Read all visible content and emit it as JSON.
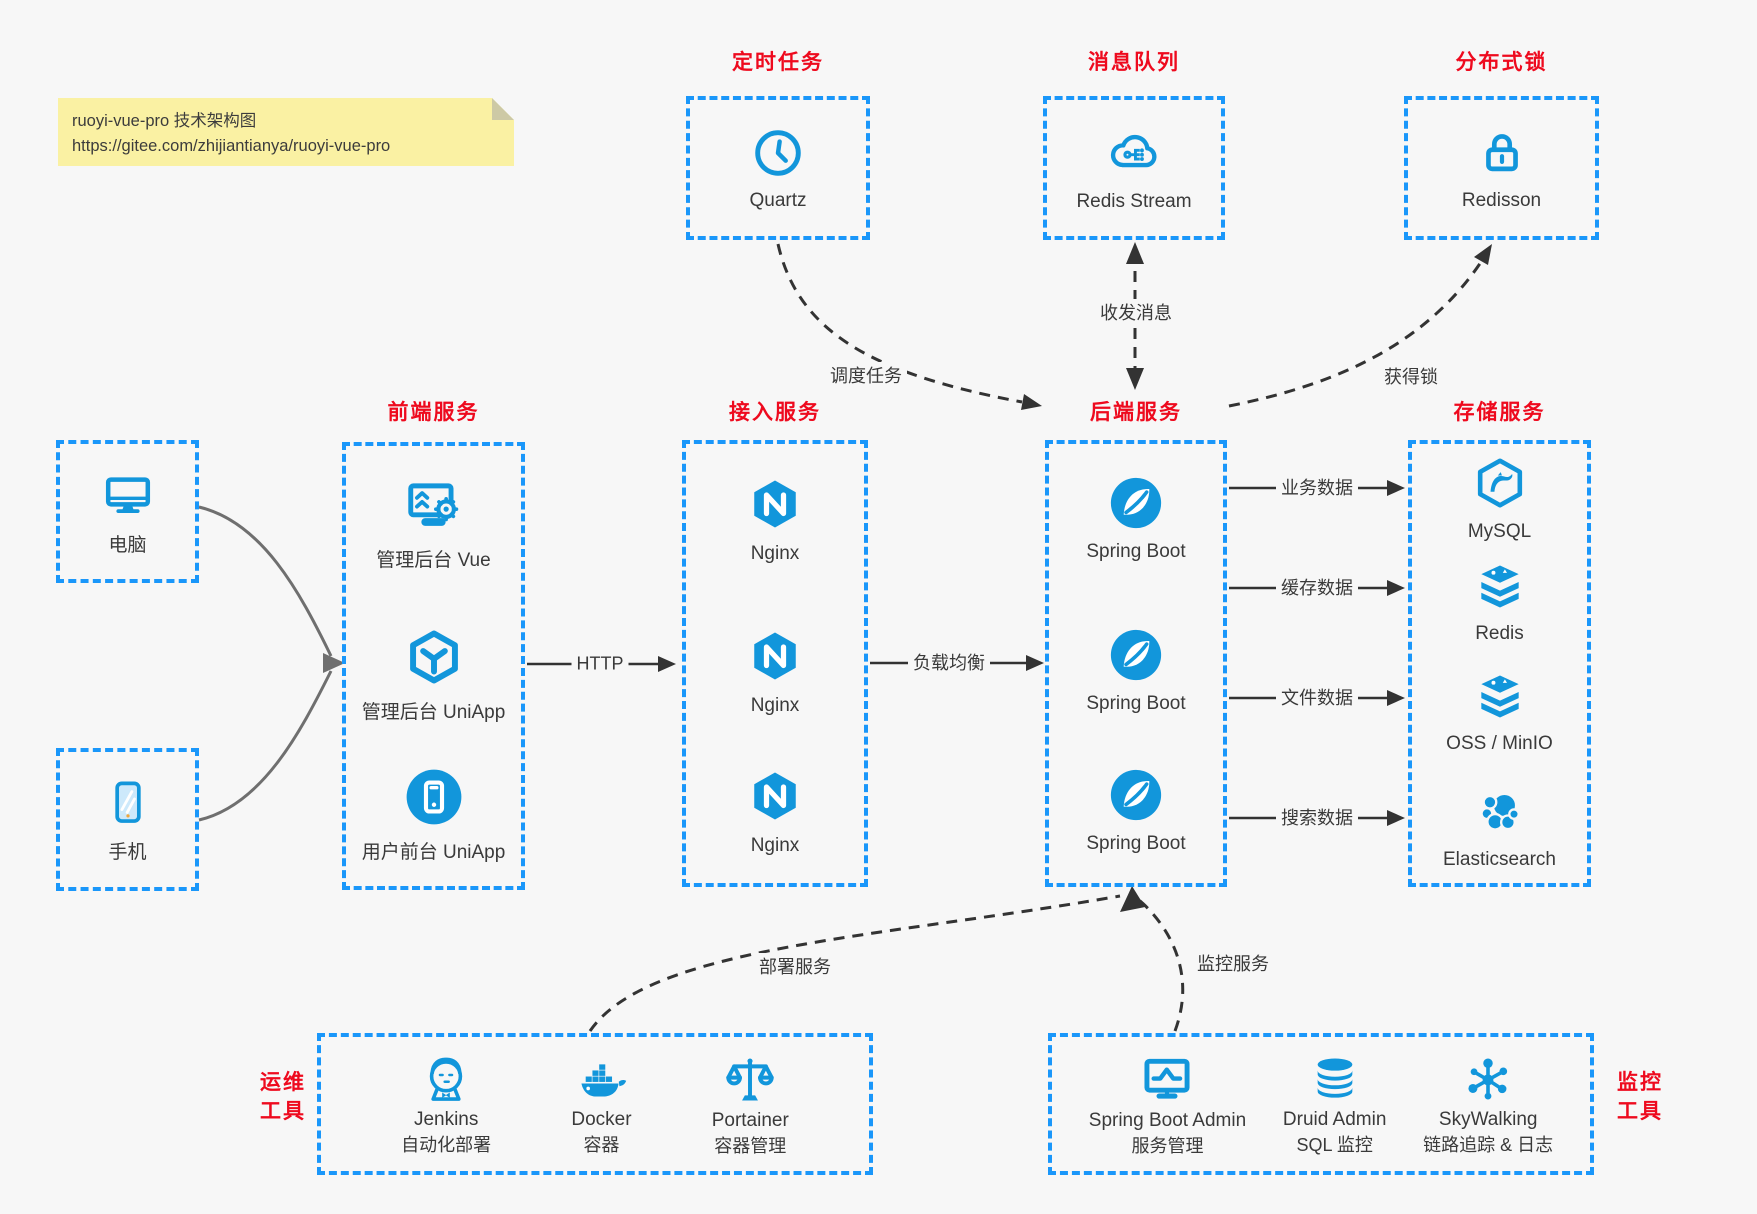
{
  "note": {
    "line1": "ruoyi-vue-pro 技术架构图",
    "line2": "https://gitee.com/zhijiantianya/ruoyi-vue-pro"
  },
  "colors": {
    "dashed_border_blue": "#1a97fa",
    "icon_blue": "#1296db",
    "title_red": "#ee0a1e",
    "text": "#3a3a3a",
    "note_bg": "#faf1a3",
    "canvas_bg": "#f7f7f7",
    "arrow_dark": "#333333",
    "arrow_grey": "#6f6f6f"
  },
  "top_groups": [
    {
      "title": "定时任务",
      "item": {
        "label": "Quartz",
        "icon": "clock-icon"
      }
    },
    {
      "title": "消息队列",
      "item": {
        "label": "Redis Stream",
        "icon": "cloud-stream-icon"
      }
    },
    {
      "title": "分布式锁",
      "item": {
        "label": "Redisson",
        "icon": "lock-icon"
      }
    }
  ],
  "clients": [
    {
      "label": "电脑",
      "icon": "desktop-icon"
    },
    {
      "label": "手机",
      "icon": "mobile-icon"
    }
  ],
  "columns": [
    {
      "title": "前端服务",
      "items": [
        {
          "label": "管理后台 Vue",
          "icon": "admin-vue-icon"
        },
        {
          "label": "管理后台 UniApp",
          "icon": "uniapp-cube-icon"
        },
        {
          "label": "用户前台 UniApp",
          "icon": "user-app-icon"
        }
      ]
    },
    {
      "title": "接入服务",
      "items": [
        {
          "label": "Nginx",
          "icon": "nginx-icon"
        },
        {
          "label": "Nginx",
          "icon": "nginx-icon"
        },
        {
          "label": "Nginx",
          "icon": "nginx-icon"
        }
      ]
    },
    {
      "title": "后端服务",
      "items": [
        {
          "label": "Spring Boot",
          "icon": "spring-icon"
        },
        {
          "label": "Spring Boot",
          "icon": "spring-icon"
        },
        {
          "label": "Spring Boot",
          "icon": "spring-icon"
        }
      ]
    },
    {
      "title": "存储服务",
      "items": [
        {
          "label": "MySQL",
          "icon": "mysql-icon"
        },
        {
          "label": "Redis",
          "icon": "redis-icon"
        },
        {
          "label": "OSS / MinIO",
          "icon": "oss-icon"
        },
        {
          "label": "Elasticsearch",
          "icon": "elasticsearch-icon"
        }
      ]
    }
  ],
  "bottom_groups": [
    {
      "side_label_lines": [
        "运维",
        "工具"
      ],
      "items": [
        {
          "name": "Jenkins",
          "sub": "自动化部署",
          "icon": "jenkins-icon"
        },
        {
          "name": "Docker",
          "sub": "容器",
          "icon": "docker-icon"
        },
        {
          "name": "Portainer",
          "sub": "容器管理",
          "icon": "portainer-icon"
        }
      ]
    },
    {
      "side_label_lines": [
        "监控",
        "工具"
      ],
      "items": [
        {
          "name": "Spring Boot Admin",
          "sub": "服务管理",
          "icon": "monitor-chart-icon"
        },
        {
          "name": "Druid Admin",
          "sub": "SQL 监控",
          "icon": "database-icon"
        },
        {
          "name": "SkyWalking",
          "sub": "链路追踪 & 日志",
          "icon": "node-network-icon"
        }
      ]
    }
  ],
  "edges": {
    "http": "HTTP",
    "load_balance": "负载均衡",
    "business_data": "业务数据",
    "cache_data": "缓存数据",
    "file_data": "文件数据",
    "search_data": "搜索数据",
    "schedule": "调度任务",
    "messaging": "收发消息",
    "lock": "获得锁",
    "deploy": "部署服务",
    "monitor": "监控服务"
  }
}
